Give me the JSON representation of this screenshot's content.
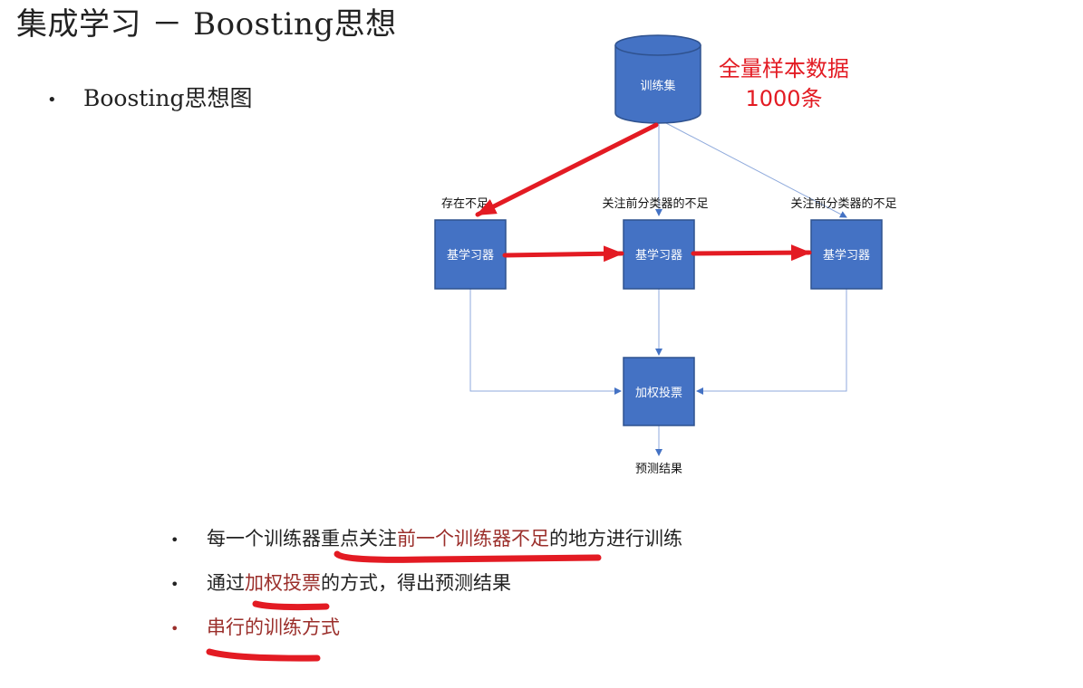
{
  "title": "集成学习 － Boosting思想",
  "subtitle_bullet": "Boosting思想图",
  "diagram": {
    "train_set": "训练集",
    "annotation_line1": "全量样本数据",
    "annotation_line2": "1000条",
    "label_left": "存在不足",
    "label_mid": "关注前分类器的不足",
    "label_right": "关注前分类器的不足",
    "learner1": "基学习器",
    "learner2": "基学习器",
    "learner3": "基学习器",
    "vote": "加权投票",
    "result": "预测结果"
  },
  "bullets": {
    "b1_pre": "每一个训练器",
    "b1_mid": "重点关注",
    "b1_hl": "前一个训练器不足",
    "b1_post": "的地方进行训练",
    "b2_pre": "通过",
    "b2_hl": "加权投票",
    "b2_post": "的方式，得出预测结果",
    "b3_hl": "串行的训练方式"
  },
  "colors": {
    "box": "#4472c4",
    "box_border": "#2f528f",
    "connector": "#8faadc",
    "red_arrow": "#e31b23",
    "highlight_text": "#9b2f2b"
  }
}
